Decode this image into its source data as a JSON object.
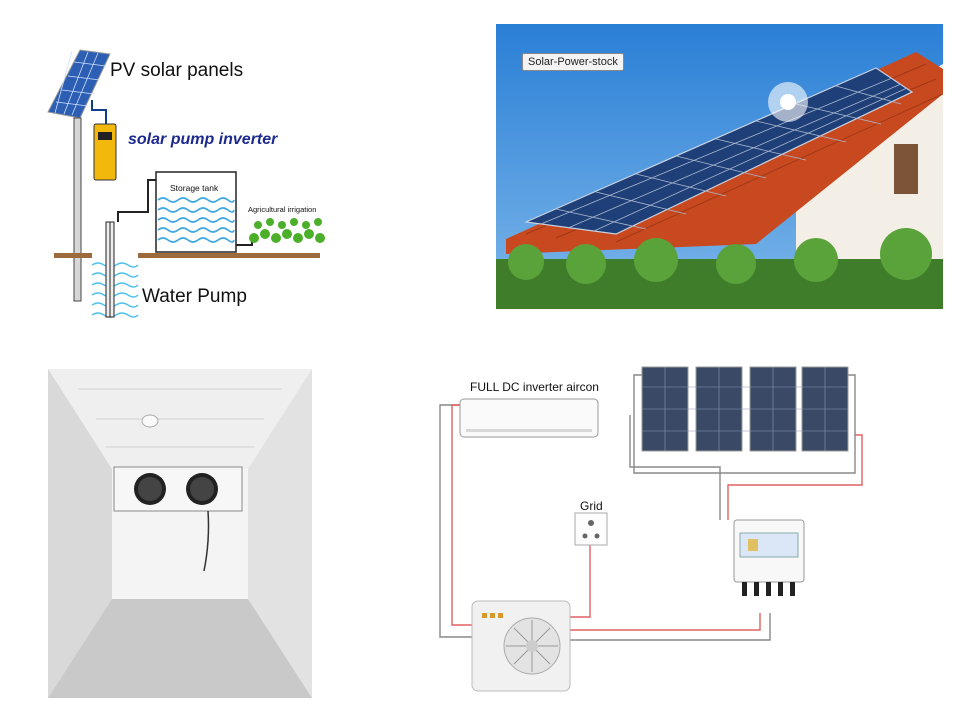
{
  "panel1": {
    "pv_label": "PV solar panels",
    "inverter_label": "solar pump inverter",
    "tank_label": "Storage tank",
    "irrigation_label": "Agricultural irrigation",
    "pump_label": "Water Pump"
  },
  "panel2": {
    "tag": "Solar-Power-stock"
  },
  "panel4": {
    "aircon_label": "FULL DC inverter aircon",
    "grid_label": "Grid"
  },
  "colors": {
    "tank_water": "#3fa7e0",
    "sky": "#2a7fd6",
    "roof": "#c8491f",
    "wire_red": "#e06060"
  }
}
